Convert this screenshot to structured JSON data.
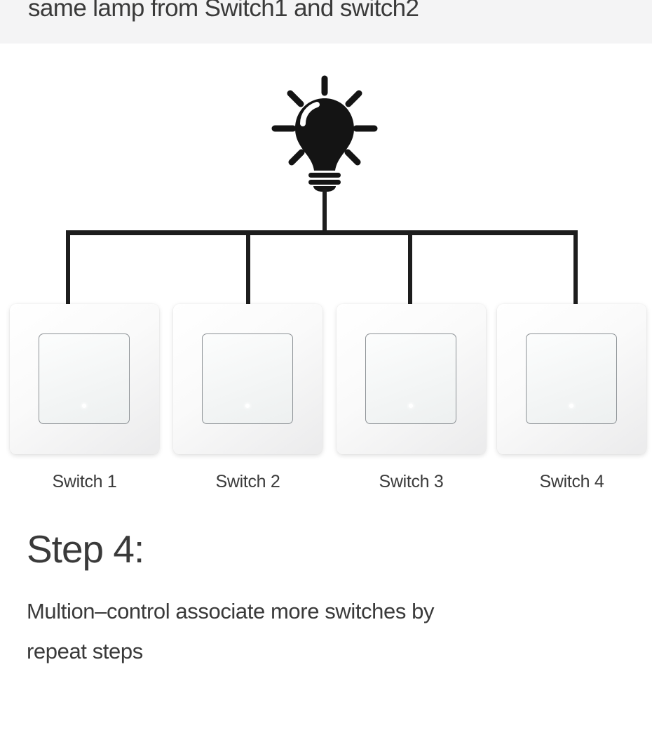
{
  "top_banner": {
    "caption": "same lamp from Switch1 and switch2"
  },
  "diagram": {
    "bulb_icon": "light-bulb",
    "switches": [
      {
        "label": "Switch 1"
      },
      {
        "label": "Switch 2"
      },
      {
        "label": "Switch 3"
      },
      {
        "label": "Switch 4"
      }
    ]
  },
  "step_section": {
    "heading": "Step 4:",
    "description_line1": "Multion–control associate more switches by",
    "description_line2": "repeat steps"
  },
  "colors": {
    "wire": "#1d1d1d",
    "bulb": "#141414",
    "text": "#3a3a3a",
    "label_text": "#3b3b3b",
    "top_band_background": "#f4f4f5",
    "panel_border": "#8d9296",
    "led": "#ffffff"
  }
}
